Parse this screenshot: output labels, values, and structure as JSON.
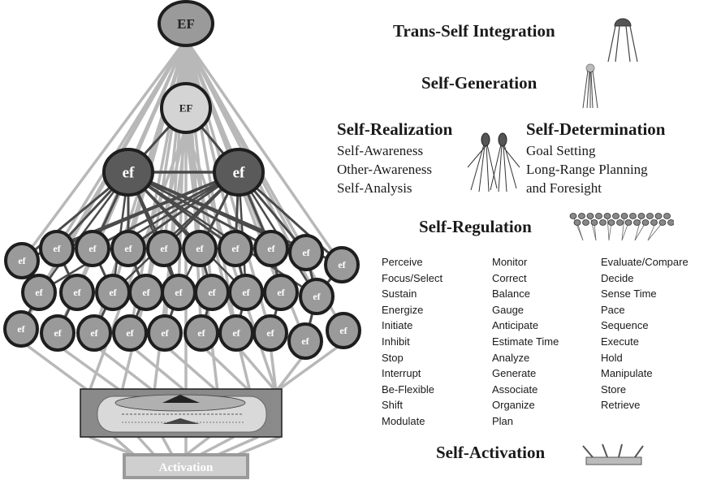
{
  "hierarchy": {
    "top_label": "EF",
    "second_label": "EF",
    "mid_label": "ef",
    "small_label": "ef",
    "base_label": "Activation"
  },
  "levels": {
    "trans_self": "Trans-Self Integration",
    "self_generation": "Self-Generation",
    "self_realization": {
      "title": "Self-Realization",
      "items": [
        "Self-Awareness",
        "Other-Awareness",
        "Self-Analysis"
      ]
    },
    "self_determination": {
      "title": "Self-Determination",
      "items": [
        "Goal Setting",
        "Long-Range Planning",
        "and Foresight"
      ]
    },
    "self_regulation": {
      "title": "Self-Regulation",
      "columns": [
        [
          "Perceive",
          "Focus/Select",
          "Sustain",
          "Energize",
          "Initiate",
          "Inhibit",
          "Stop",
          "Interrupt",
          "Be-Flexible",
          "Shift",
          "Modulate"
        ],
        [
          "Monitor",
          "Correct",
          "Balance",
          "Gauge",
          "Anticipate",
          "Estimate Time",
          "Analyze",
          "Generate",
          "Associate",
          "Organize",
          "Plan"
        ],
        [
          "Evaluate/Compare",
          "Decide",
          "Sense Time",
          "Pace",
          "Sequence",
          "Execute",
          "Hold",
          "Manipulate",
          "Store",
          "Retrieve"
        ]
      ]
    },
    "self_activation": "Self-Activation"
  },
  "colors": {
    "dark_node": "#5a5a5a",
    "light_node": "#d4d4d4",
    "mid_node": "#9a9a9a",
    "outline": "#1e1e1e",
    "light_line": "#b8b8b8",
    "dark_line": "#4a4a4a"
  }
}
